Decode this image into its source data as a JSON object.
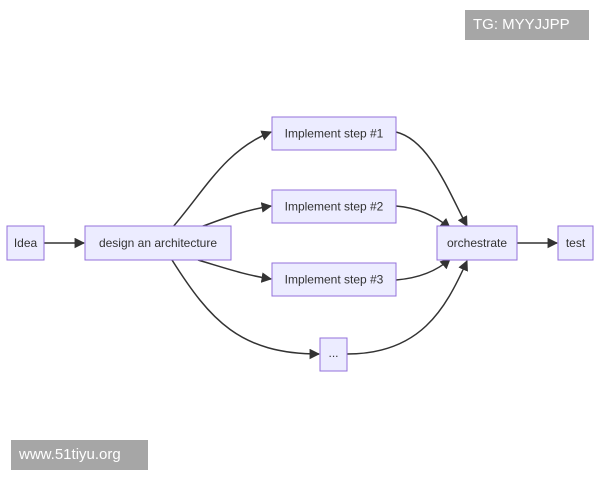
{
  "watermarks": {
    "top": "TG: MYYJJPP",
    "bottom": "www.51tiyu.org"
  },
  "diagram": {
    "type": "flowchart",
    "direction": "left-to-right",
    "nodes": [
      {
        "id": "idea",
        "label": "Idea"
      },
      {
        "id": "design",
        "label": "design an architecture"
      },
      {
        "id": "step1",
        "label": "Implement step #1"
      },
      {
        "id": "step2",
        "label": "Implement step #2"
      },
      {
        "id": "step3",
        "label": "Implement step #3"
      },
      {
        "id": "more",
        "label": "..."
      },
      {
        "id": "orchestrate",
        "label": "orchestrate"
      },
      {
        "id": "test",
        "label": "test"
      }
    ],
    "edges": [
      {
        "from": "idea",
        "to": "design"
      },
      {
        "from": "design",
        "to": "step1"
      },
      {
        "from": "design",
        "to": "step2"
      },
      {
        "from": "design",
        "to": "step3"
      },
      {
        "from": "design",
        "to": "more"
      },
      {
        "from": "step1",
        "to": "orchestrate"
      },
      {
        "from": "step2",
        "to": "orchestrate"
      },
      {
        "from": "step3",
        "to": "orchestrate"
      },
      {
        "from": "more",
        "to": "orchestrate"
      },
      {
        "from": "orchestrate",
        "to": "test"
      }
    ],
    "colors": {
      "node_fill": "#ECECFF",
      "node_border": "#9370DB",
      "edge": "#333333",
      "text": "#333333",
      "watermark_bg": "#a6a6a6"
    }
  }
}
